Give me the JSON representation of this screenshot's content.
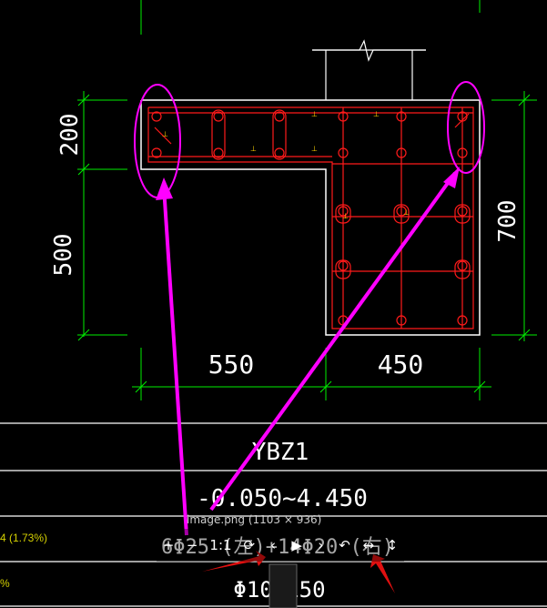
{
  "drawing": {
    "dimensions": {
      "left_top": "200",
      "left_bottom": "500",
      "right": "700",
      "bottom_left": "550",
      "bottom_right": "450"
    },
    "rebar_markers": [
      "⊥",
      "⊥",
      "⊥",
      "⊥",
      "⊥",
      "⊥",
      "⊥"
    ]
  },
  "table": {
    "name": "YBZ1",
    "elevation": "-0.050~4.450",
    "reinforcement": "6Φ25 (左)+14Φ20 (右)",
    "stirrup": "Φ10@150",
    "side_cell_1": "4 (1.73%)",
    "side_cell_2": "%"
  },
  "viewer": {
    "caption": "image.png (1103 × 936)",
    "buttons": {
      "zoom_in": "+",
      "zoom_out": "−",
      "actual_size": "1:1",
      "rotate": "⟳",
      "prev": "‹",
      "play": "▶",
      "next": "›",
      "rotate_left": "↶",
      "flip_h": "↔",
      "flip_v": "↕"
    }
  },
  "colors": {
    "outline": "#ffffff",
    "rebar": "#ff1a1a",
    "dimension": "#00ee00",
    "annotation": "#ff00ff",
    "marker": "#ffd400",
    "arrow": "#e01010"
  }
}
